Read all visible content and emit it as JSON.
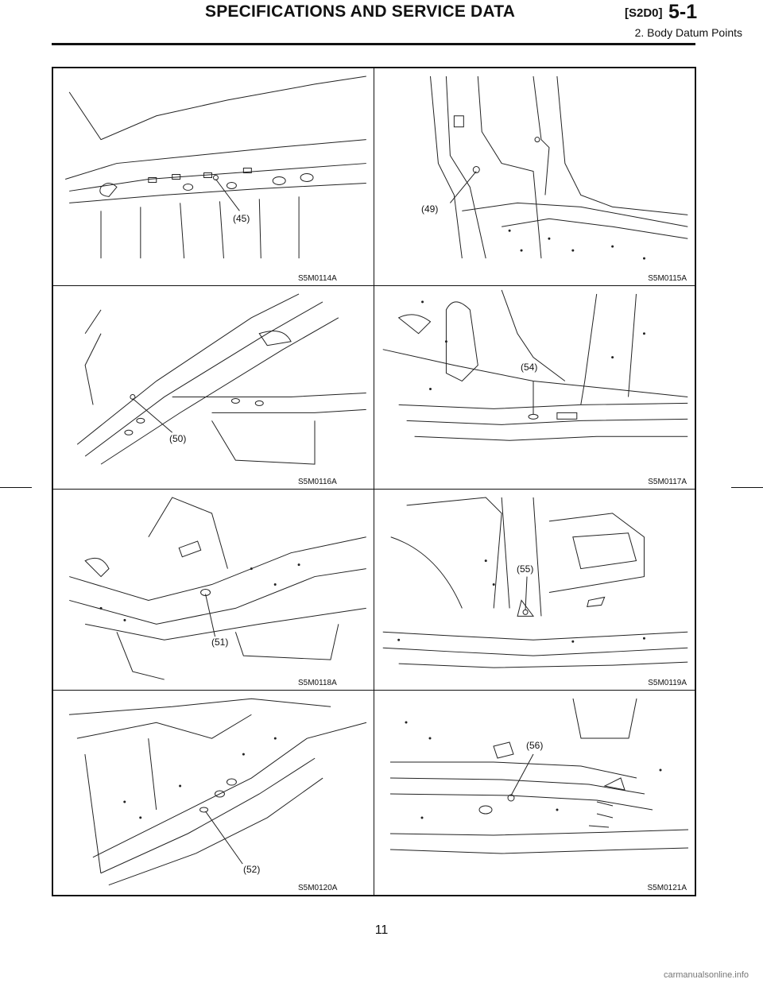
{
  "header": {
    "title": "SPECIFICATIONS AND SERVICE DATA",
    "code": "[S2D0]",
    "section": "5-1",
    "subtitle": "2. Body Datum Points"
  },
  "figures": [
    {
      "callout": "(45)",
      "code": "S5M0114A"
    },
    {
      "callout": "(49)",
      "code": "S5M0115A"
    },
    {
      "callout": "(50)",
      "code": "S5M0116A"
    },
    {
      "callout": "(54)",
      "code": "S5M0117A"
    },
    {
      "callout": "(51)",
      "code": "S5M0118A"
    },
    {
      "callout": "(55)",
      "code": "S5M0119A"
    },
    {
      "callout": "(52)",
      "code": "S5M0120A"
    },
    {
      "callout": "(56)",
      "code": "S5M0121A"
    }
  ],
  "footer": {
    "page_number": "11",
    "watermark": "carmanualsonline.info"
  }
}
